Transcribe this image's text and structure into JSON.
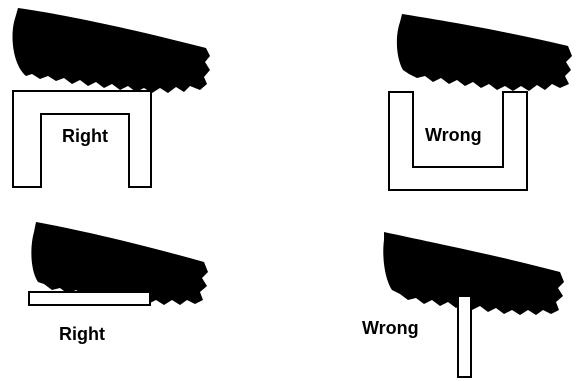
{
  "panels": [
    {
      "id": "top-left",
      "caption": "Right"
    },
    {
      "id": "top-right",
      "caption": "Wrong"
    },
    {
      "id": "bottom-left",
      "caption": "Right"
    },
    {
      "id": "bottom-right",
      "caption": "Wrong"
    }
  ],
  "colors": {
    "ink": "#000000",
    "paper": "#ffffff"
  }
}
